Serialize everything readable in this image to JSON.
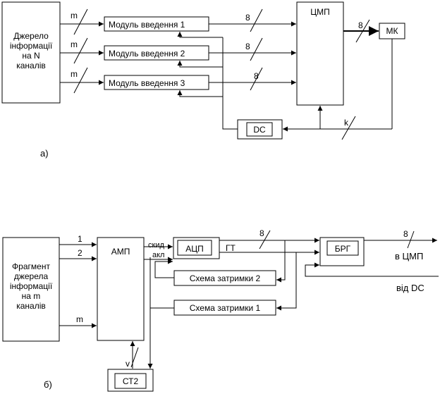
{
  "diagram_a": {
    "source_box": [
      "Джерело",
      "інформації",
      "на N",
      "каналів"
    ],
    "module_1": "Модуль введення   1",
    "module_2": "Модуль введення   2",
    "module_3": "Модуль введення   3",
    "cpu": "ЦМП",
    "mk": "МК",
    "dc": "DC",
    "bus_m": "m",
    "bus_8": "8",
    "bus_k": "k",
    "caption": "а)"
  },
  "diagram_b": {
    "source_box": [
      "Фрагмент",
      "джерела",
      "інформації",
      "на m",
      "каналів"
    ],
    "amp": "АМП",
    "adc": "АЦП",
    "brg": "БРГ",
    "delay_1": "Схема затримки  1",
    "delay_2": "Схема затримки  2",
    "st2": "СТ2",
    "in_1": "1",
    "in_2": "2",
    "in_m": "m",
    "signal_skid": "скид",
    "signal_akl": "акл",
    "signal_gt": "ГТ",
    "bus_8": "8",
    "bus_v": "v",
    "to_cpu": "в ЦМП",
    "from_dc": "від DC",
    "caption": "б)"
  }
}
